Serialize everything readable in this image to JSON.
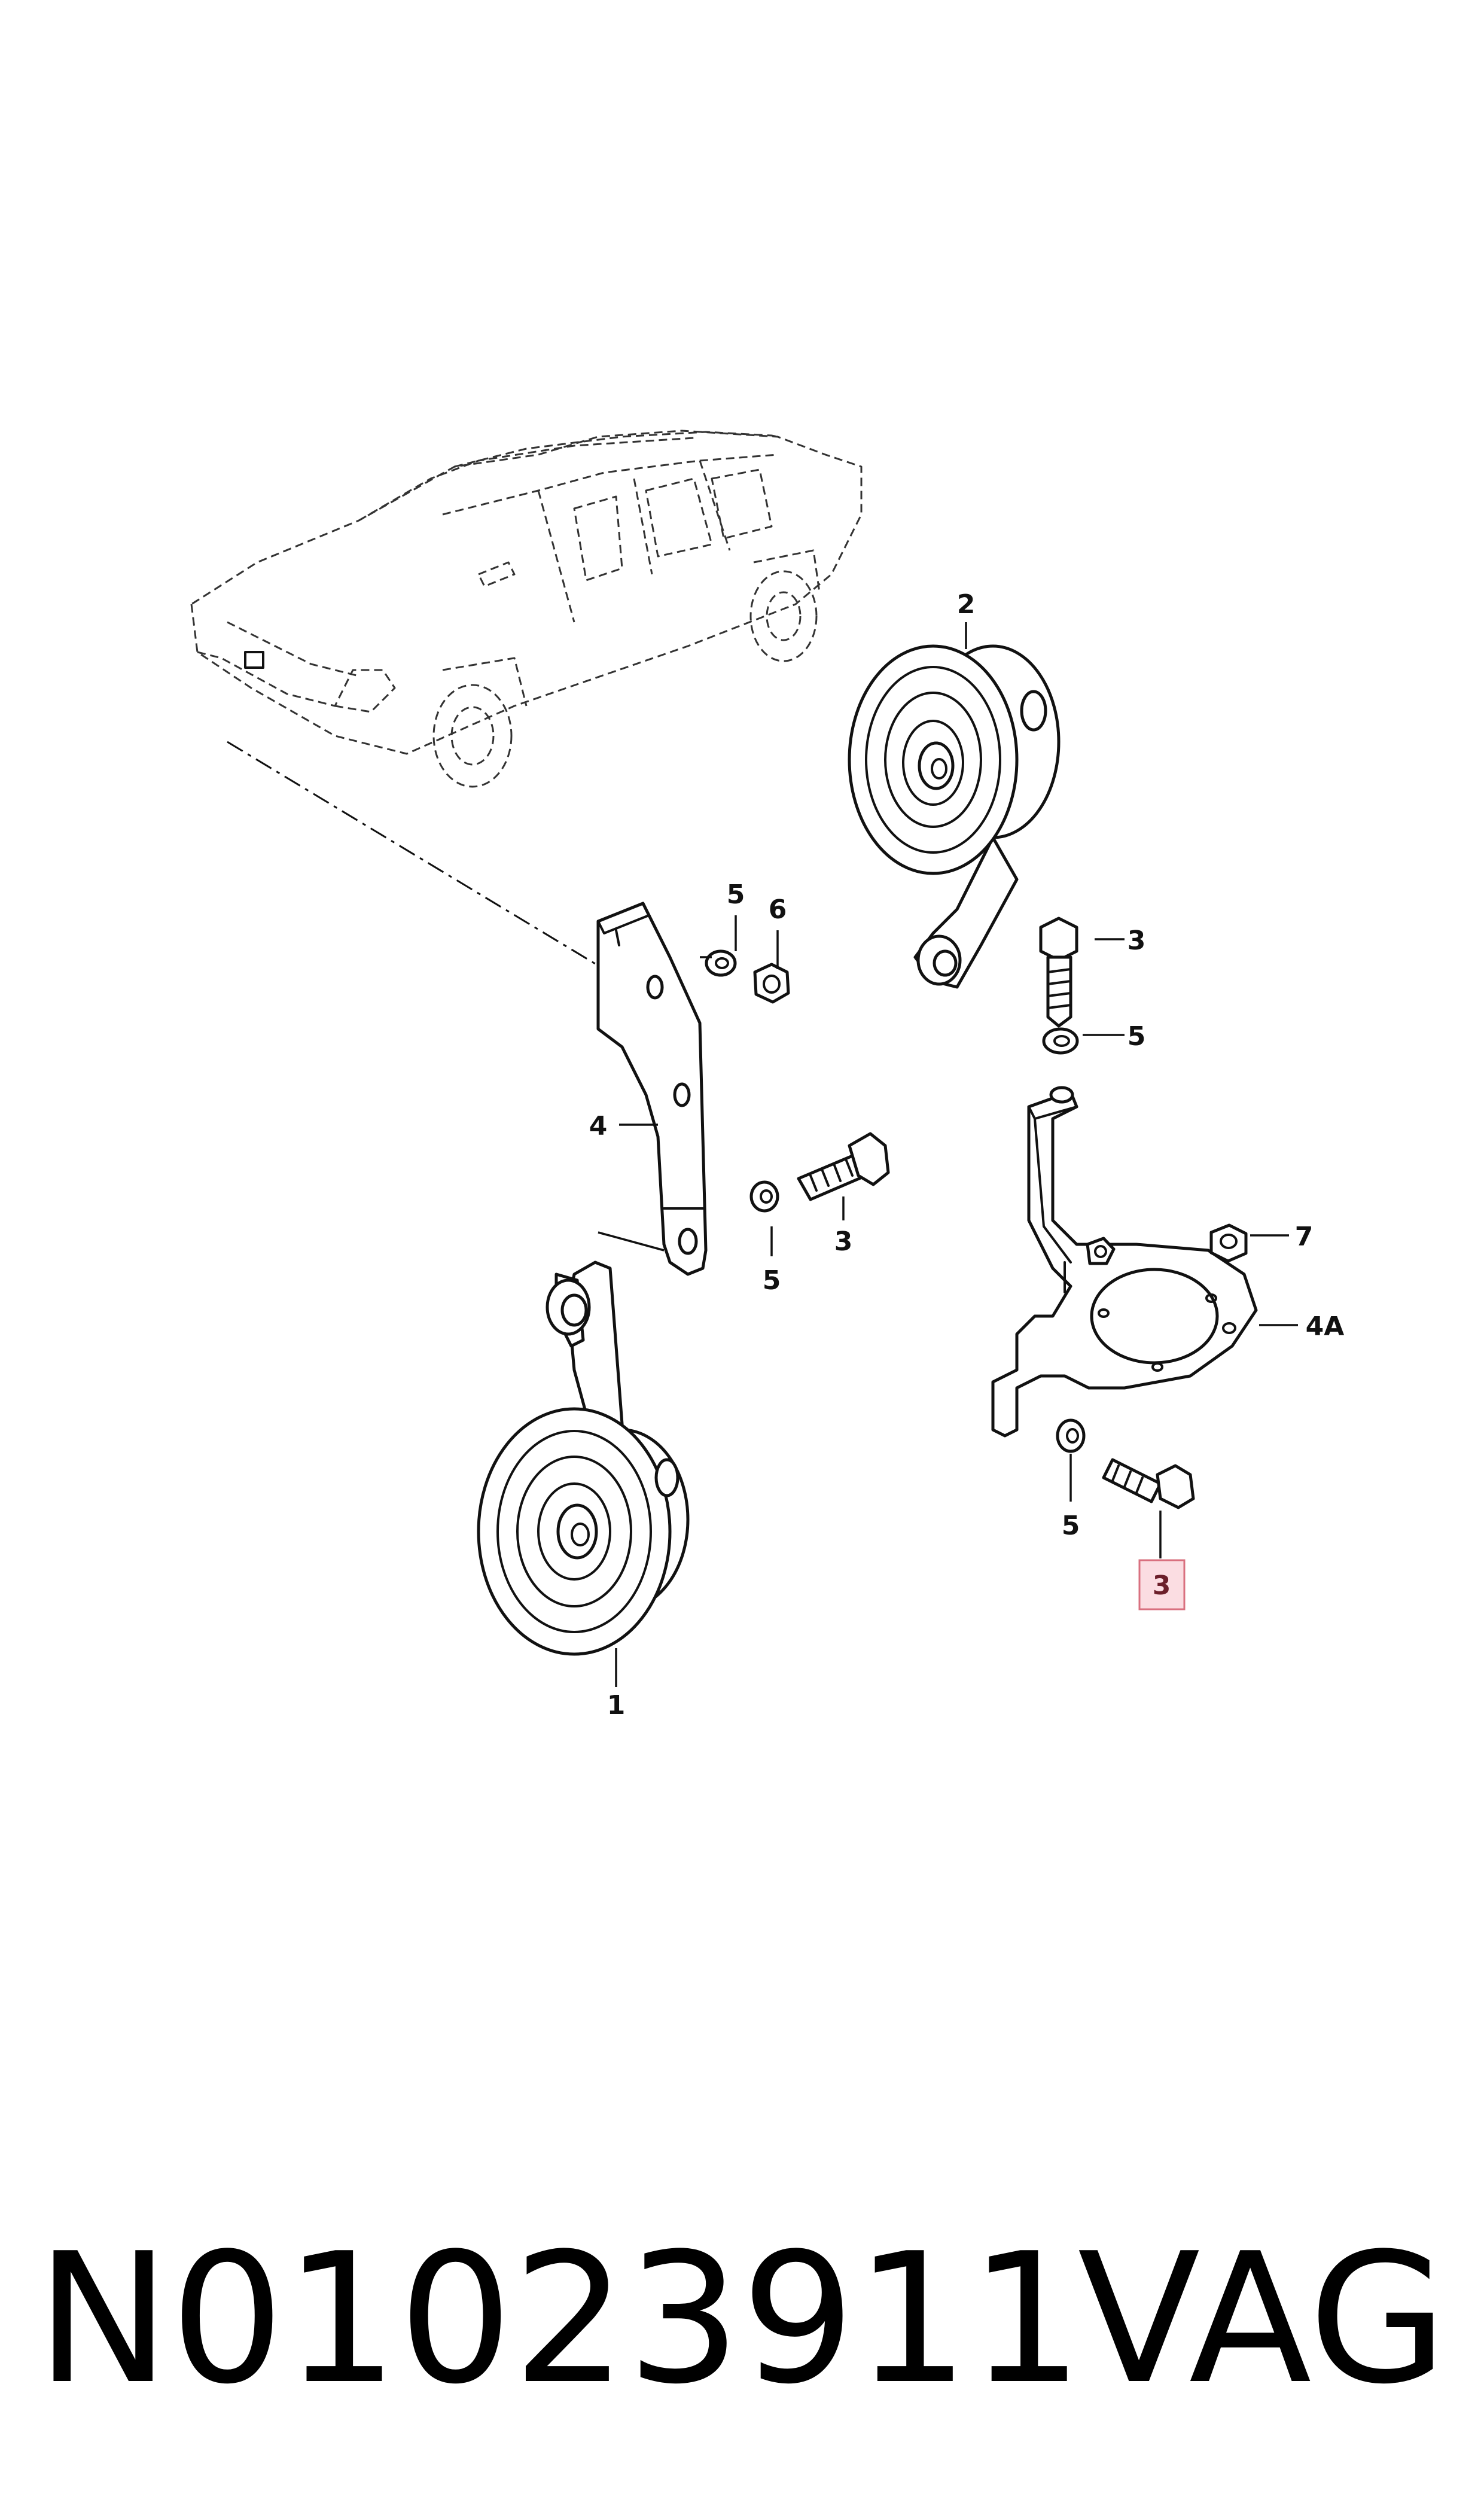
{
  "callouts": {
    "horn_left": "1",
    "horn_right": "2",
    "bolt_upper_right": "3",
    "bolt_middle": "3",
    "bolt_lower_highlighted": "3",
    "bracket_left": "4",
    "bracket_right": "4A",
    "washer_top_left": "5",
    "washer_middle": "5",
    "washer_upper_right": "5",
    "washer_lower_right": "5",
    "nut_left": "6",
    "nut_right": "7"
  },
  "caption": {
    "part_number": "N01023911",
    "brand": "VAG"
  },
  "colors": {
    "highlight_fill": "#fbdde2",
    "highlight_stroke": "#d9707f",
    "line": "#111111"
  }
}
